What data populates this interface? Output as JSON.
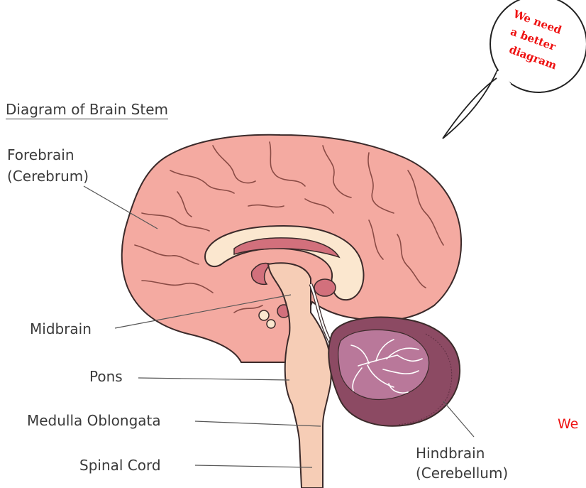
{
  "title": "Diagram of Brain Stem",
  "labels": {
    "forebrain_line1": "Forebrain",
    "forebrain_line2": "(Cerebrum)",
    "midbrain": "Midbrain",
    "pons": "Pons",
    "medulla": "Medulla Oblongata",
    "spinal_cord": "Spinal Cord",
    "hindbrain_line1": "Hindbrain",
    "hindbrain_line2": "(Cerebellum)"
  },
  "speech_bubble": {
    "line1": "We need",
    "line2": "a better",
    "line3": "diagram"
  },
  "edge_text": "We",
  "colors": {
    "cerebrum": "#f4aaa1",
    "outline": "#3b2a2a",
    "corpus": "#fbe7cf",
    "ventricle": "#d2707c",
    "brainstem": "#f6cdb6",
    "cerebellum": "#8c4a63",
    "cerebellum_inner": "#b9789a",
    "annotation_red": "#ee1111"
  }
}
